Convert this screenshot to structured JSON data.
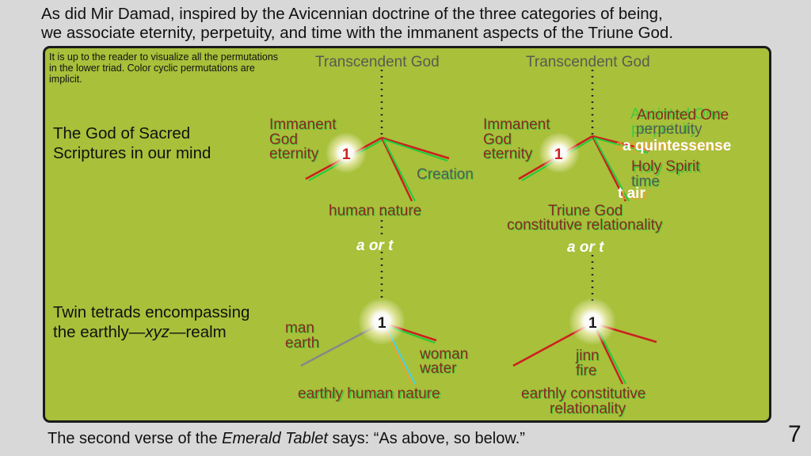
{
  "header": {
    "line1": "As did Mir Damad, inspired by the Avicennian doctrine of the three categories of being,",
    "line2": "we associate eternity, perpetuity, and time with the immanent aspects of the Triune God."
  },
  "note": "It is up to the reader to visualize all the permutations in the lower triad. Color cyclic permutations are implicit.",
  "side_upper": {
    "line1": "The God of Sacred",
    "line2": "Scriptures in our mind"
  },
  "side_lower": {
    "line1": "Twin tetrads encompassing",
    "line2_pre": "the earthly—",
    "line2_em": "xyz",
    "line2_post": "—realm"
  },
  "left_top": {
    "title": "Transcendent God",
    "immanent": "Immanent",
    "god": "God",
    "eternity": "eternity",
    "node": "1",
    "creation": "Creation",
    "human_nature": "human nature",
    "aort": "a or t"
  },
  "right_top": {
    "title": "Transcendent God",
    "immanent": "Immanent",
    "god": "God",
    "eternity": "eternity",
    "node": "1",
    "anointed": "Anointed One",
    "perpetuity": "perpetuity",
    "quintessense": "a quintessense",
    "holy_spirit": "Holy Spirit",
    "time": "time",
    "tair": "t air",
    "triune_god": "Triune God",
    "constitutive": "constitutive relationality",
    "aort": "a or t"
  },
  "left_bottom": {
    "node": "1",
    "man": "man",
    "earth": "earth",
    "woman": "woman",
    "water": "water",
    "earthly_human": "earthly human nature"
  },
  "right_bottom": {
    "node": "1",
    "jinn": "jinn",
    "fire": "fire",
    "earthly_constitutive": "earthly constitutive",
    "relationality": "relationality"
  },
  "footer": {
    "pre": "The second verse of the ",
    "em": "Emerald Tablet",
    "post": " says: “As above, so below.”"
  },
  "page_number": "7",
  "colors": {
    "panel": "#a8c03a",
    "background": "#d8d8d8",
    "red": "#cc1f1f",
    "green": "#1fcc3a",
    "cyan": "#3cd8e0",
    "gray_text": "#5a5a52",
    "dark_line": "#2a2a2a"
  }
}
